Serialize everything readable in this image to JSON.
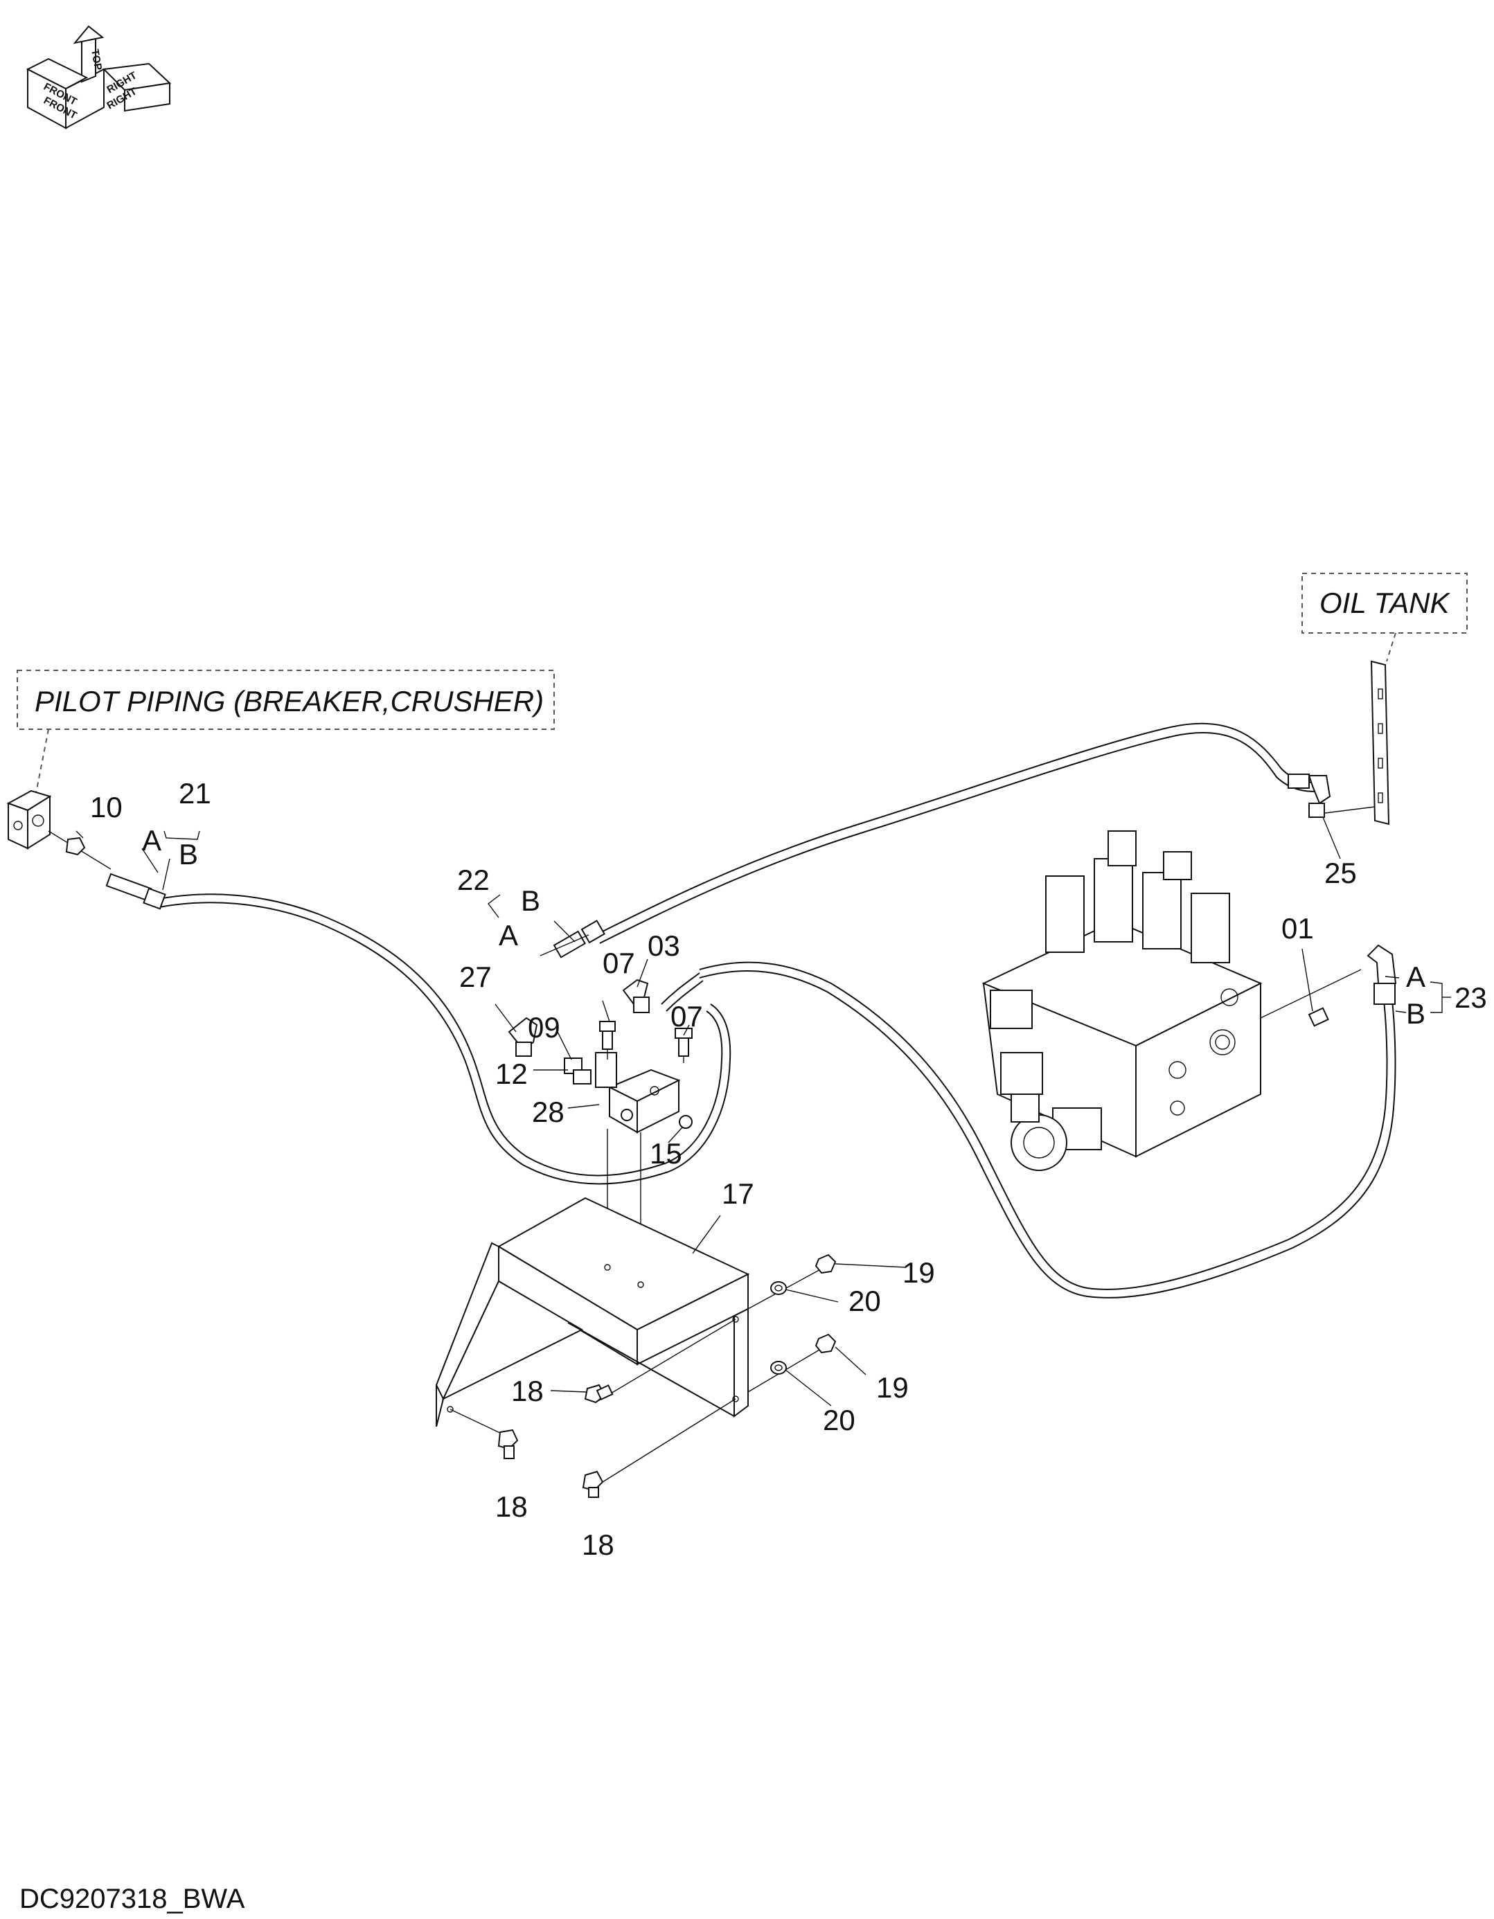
{
  "labels": {
    "pilot_piping": "PILOT PIPING (BREAKER,CRUSHER)",
    "oil_tank": "OIL TANK",
    "drawing_code": "DC9207318_BWA"
  },
  "compass": {
    "front": "FRONT",
    "top": "TOP",
    "right": "RIGHT"
  },
  "callouts": {
    "c01": "01",
    "c03": "03",
    "c07a": "07",
    "c07b": "07",
    "c09": "09",
    "c10": "10",
    "c12": "12",
    "c15": "15",
    "c17": "17",
    "c18a": "18",
    "c18b": "18",
    "c18c": "18",
    "c19a": "19",
    "c19b": "19",
    "c20a": "20",
    "c20b": "20",
    "c21": "21",
    "c22": "22",
    "c23": "23",
    "c25": "25",
    "c27": "27",
    "c28": "28"
  },
  "ends": {
    "h21_a": "A",
    "h21_b": "B",
    "h22_a": "A",
    "h22_b": "B",
    "h23_a": "A",
    "h23_b": "B"
  }
}
